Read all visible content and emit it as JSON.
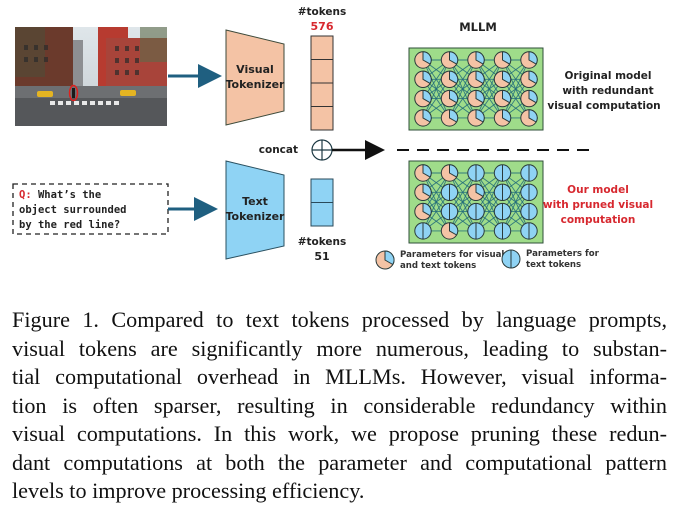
{
  "figure": {
    "visual_branch": {
      "image_alt": "street-crosswalk-photo",
      "tokenizer_label_line1": "Visual",
      "tokenizer_label_line2": "Tokenizer",
      "tokens_header": "#tokens",
      "tokens_count": "576",
      "token_cells": 4
    },
    "text_branch": {
      "question_prefix": "Q:",
      "question_line1": " What’s the",
      "question_line2": "object surrounded",
      "question_line3": "by the red line?",
      "tokenizer_label_line1": "Text",
      "tokenizer_label_line2": "Tokenizer",
      "tokens_header": "#tokens",
      "tokens_count": "51",
      "token_cells": 2
    },
    "concat_label": "concat",
    "mllm_title": "MLLM",
    "original_model": {
      "line1": "Original model",
      "line2": "with redundant",
      "line3": "visual computation",
      "grid": [
        [
          "mixed",
          "mixed",
          "mixed",
          "mixed",
          "mixed"
        ],
        [
          "mixed",
          "mixed",
          "mixed",
          "mixed",
          "mixed"
        ],
        [
          "mixed",
          "mixed",
          "mixed",
          "mixed",
          "mixed"
        ],
        [
          "mixed",
          "mixed",
          "mixed",
          "mixed",
          "mixed"
        ]
      ]
    },
    "our_model": {
      "line1": "Our model",
      "line2": "with pruned visual",
      "line3": "computation",
      "grid": [
        [
          "mixed",
          "mixed",
          "text",
          "text",
          "text"
        ],
        [
          "mixed",
          "text",
          "mixed",
          "text",
          "text"
        ],
        [
          "mixed",
          "text",
          "text",
          "text",
          "text"
        ],
        [
          "text",
          "mixed",
          "text",
          "text",
          "text"
        ]
      ]
    },
    "legend": {
      "mixed_line1": "Parameters for visual",
      "mixed_line2": "and text tokens",
      "text_line1": "Parameters for",
      "text_line2": "text tokens"
    },
    "colors": {
      "visual": "#f4c3a5",
      "text": "#8fd3f4",
      "box_green": "#9fdc8a",
      "accent_red": "#d7282f",
      "arrow_blue": "#1f5f80",
      "edge": "#1f6a7a"
    }
  },
  "caption": {
    "lines": [
      "Figure 1. Compared to text tokens processed by language prompts,",
      "visual tokens are significantly more numerous, leading to substan-",
      "tial computational overhead in MLLMs. However, visual informa-",
      "tion is often sparser, resulting in considerable redundancy within",
      "visual computations. In this work, we propose pruning these redun-",
      "dant computations at both the parameter and computational pattern",
      "levels to improve processing efficiency."
    ]
  }
}
